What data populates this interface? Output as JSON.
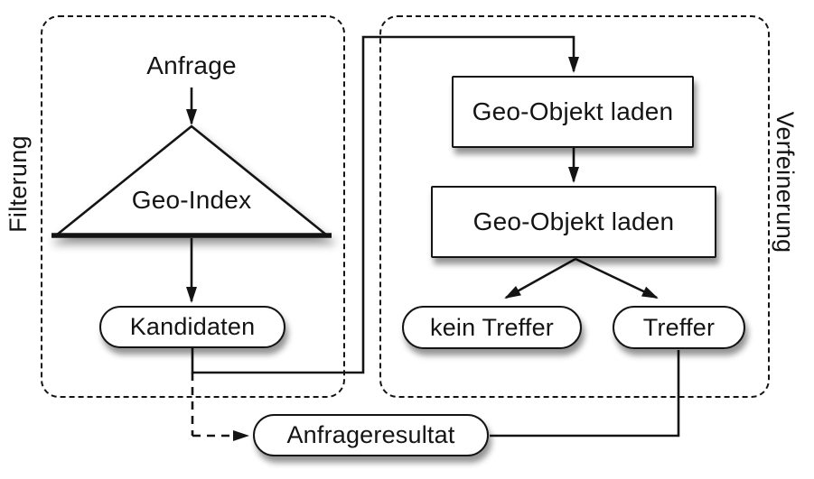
{
  "diagram": {
    "colors": {
      "background": "#ffffff",
      "stroke": "#141414",
      "fill": "#ffffff",
      "shadow": "rgba(0,0,0,0.42)"
    },
    "regions": {
      "filterung": {
        "label": "Filterung"
      },
      "verfeinerung": {
        "label": "Verfeinerung"
      }
    },
    "nodes": {
      "anfrage": {
        "label": "Anfrage",
        "shape": "text"
      },
      "geo_index": {
        "label": "Geo-Index",
        "shape": "triangle"
      },
      "kandidaten": {
        "label": "Kandidaten",
        "shape": "stadium"
      },
      "geo_objekt_laden_1": {
        "label": "Geo-Objekt laden",
        "shape": "rect"
      },
      "geo_objekt_laden_2": {
        "label": "Geo-Objekt laden",
        "shape": "rect"
      },
      "kein_treffer": {
        "label": "kein Treffer",
        "shape": "stadium"
      },
      "treffer": {
        "label": "Treffer",
        "shape": "stadium"
      },
      "anfrageresultat": {
        "label": "Anfrageresultat",
        "shape": "stadium"
      }
    },
    "edges": [
      {
        "from": "anfrage",
        "to": "geo_index",
        "style": "solid-arrow"
      },
      {
        "from": "geo_index",
        "to": "kandidaten",
        "style": "solid-arrow"
      },
      {
        "from": "kandidaten",
        "to": "geo_objekt_laden_1",
        "style": "solid-arrow"
      },
      {
        "from": "geo_objekt_laden_1",
        "to": "geo_objekt_laden_2",
        "style": "solid-arrow"
      },
      {
        "from": "geo_objekt_laden_2",
        "to": "kein_treffer",
        "style": "solid-arrow"
      },
      {
        "from": "geo_objekt_laden_2",
        "to": "treffer",
        "style": "solid-arrow"
      },
      {
        "from": "treffer",
        "to": "anfrageresultat",
        "style": "solid-line"
      },
      {
        "from": "kandidaten",
        "to": "anfrageresultat",
        "style": "dashed-arrow"
      }
    ]
  }
}
